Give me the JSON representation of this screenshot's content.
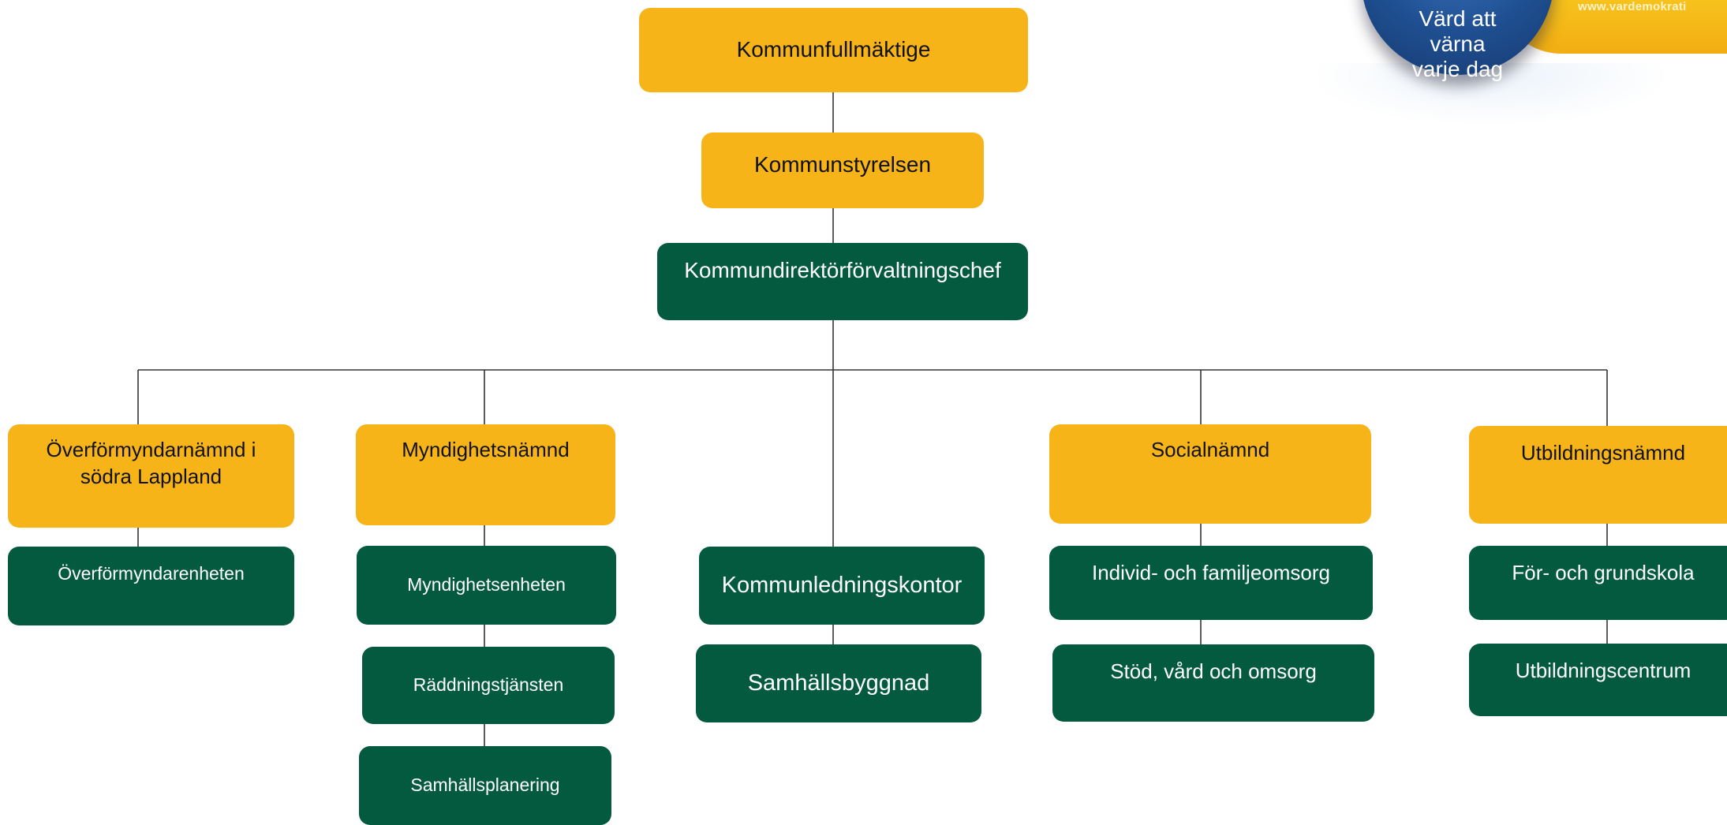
{
  "logo": {
    "tagline_line1": "Värd att värna",
    "tagline_line2": "varje dag",
    "url": "www.vardemokrati"
  },
  "colors": {
    "council": "#f6b419",
    "administration": "#035a3f",
    "connector": "#333333"
  },
  "chart": {
    "top": {
      "council": "Kommunfullmäktige",
      "board": "Kommunstyrelsen",
      "executive": "Kommundirektörförvaltningschef"
    },
    "nämnder": {
      "overformyndar_line1": "Överförmyndarnämnd i",
      "overformyndar_line2": "södra Lappland",
      "myndighet": "Myndighetsnämnd",
      "social": "Socialnämnd",
      "utbildning": "Utbildningsnämnd"
    },
    "units": {
      "overformyndarenheten": "Överförmyndarenheten",
      "myndighetsenheten": "Myndighetsenheten",
      "raddningstjansten": "Räddningstjänsten",
      "samhallsplanering": "Samhällsplanering",
      "kommunledningskontor": "Kommunledningskontor",
      "samhallsbyggnad": "Samhällsbyggnad",
      "individ_familj": "Individ- och familjeomsorg",
      "stod_vard": "Stöd, vård och omsorg",
      "for_grundskola": "För- och grundskola",
      "utbildningscentrum": "Utbildningscentrum"
    }
  }
}
